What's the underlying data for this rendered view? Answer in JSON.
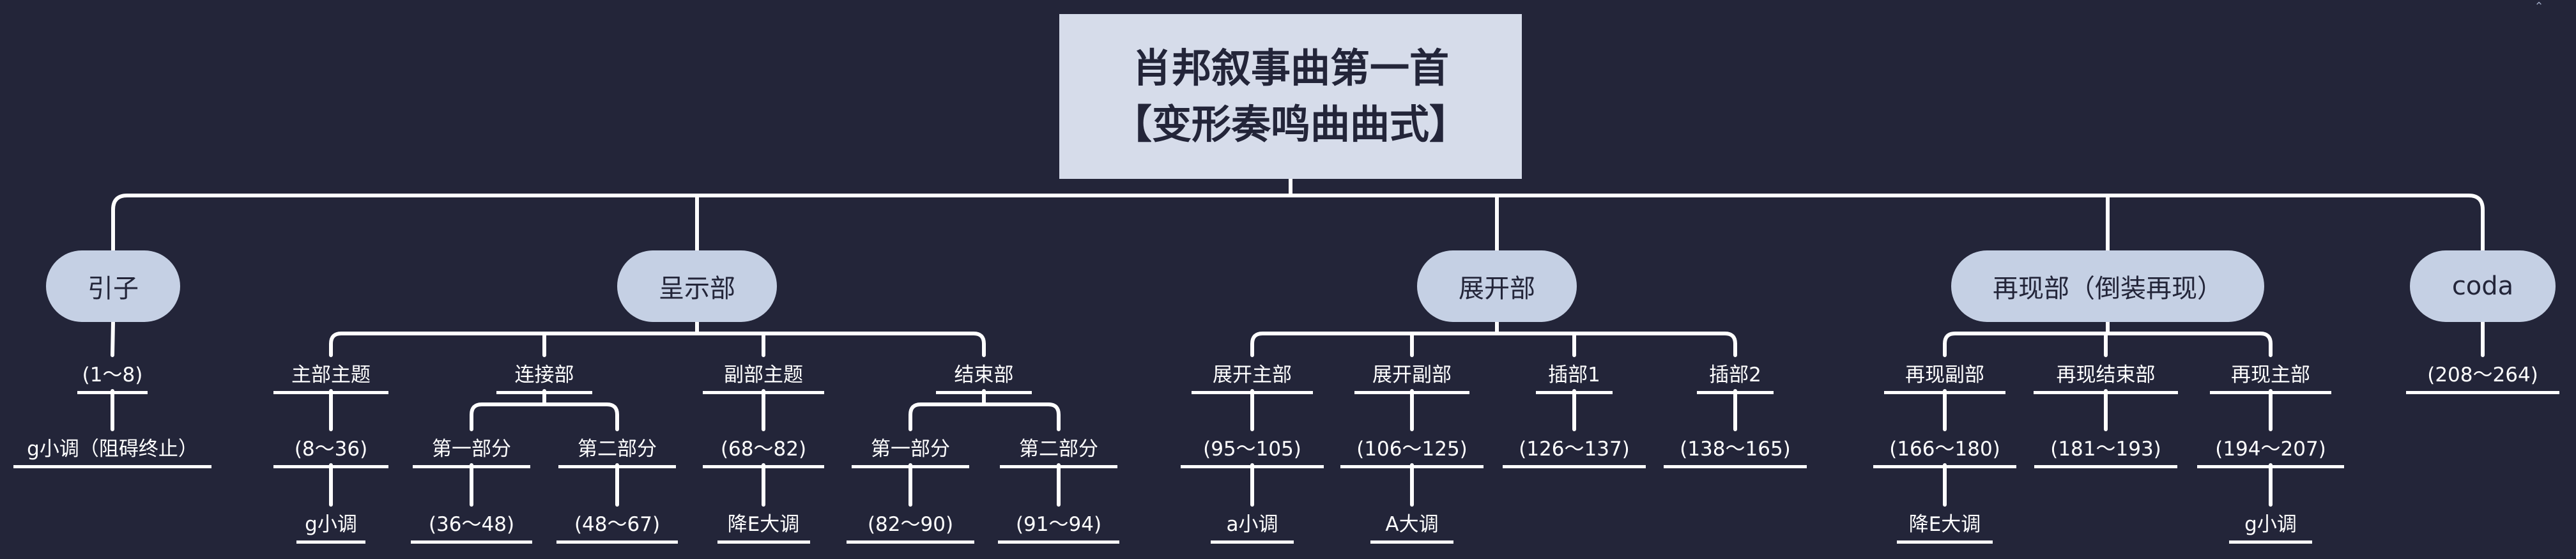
{
  "diagram": {
    "root": {
      "title_line1": "肖邦叙事曲第一首",
      "title_line2": "【变形奏鸣曲曲式】"
    },
    "branches": [
      {
        "label": "引子",
        "children": [
          {
            "label": "(1～8)",
            "children": [
              {
                "label": "g小调（阻碍终止）"
              }
            ]
          }
        ]
      },
      {
        "label": "呈示部",
        "children": [
          {
            "label": "主部主题",
            "children": [
              {
                "label": "(8～36)",
                "children": [
                  {
                    "label": "g小调"
                  }
                ]
              }
            ]
          },
          {
            "label": "连接部",
            "children": [
              {
                "label": "第一部分",
                "children": [
                  {
                    "label": "(36～48)"
                  }
                ]
              },
              {
                "label": "第二部分",
                "children": [
                  {
                    "label": "(48～67)"
                  }
                ]
              }
            ]
          },
          {
            "label": "副部主题",
            "children": [
              {
                "label": "(68～82)",
                "children": [
                  {
                    "label": "降E大调"
                  }
                ]
              }
            ]
          },
          {
            "label": "结束部",
            "children": [
              {
                "label": "第一部分",
                "children": [
                  {
                    "label": "(82～90)"
                  }
                ]
              },
              {
                "label": "第二部分",
                "children": [
                  {
                    "label": "(91～94)"
                  }
                ]
              }
            ]
          }
        ]
      },
      {
        "label": "展开部",
        "children": [
          {
            "label": "展开主部",
            "children": [
              {
                "label": "(95～105)",
                "children": [
                  {
                    "label": "a小调"
                  }
                ]
              }
            ]
          },
          {
            "label": "展开副部",
            "children": [
              {
                "label": "(106～125)",
                "children": [
                  {
                    "label": "A大调"
                  }
                ]
              }
            ]
          },
          {
            "label": "插部1",
            "children": [
              {
                "label": "(126～137)"
              }
            ]
          },
          {
            "label": "插部2",
            "children": [
              {
                "label": "(138～165)"
              }
            ]
          }
        ]
      },
      {
        "label": "再现部（倒装再现）",
        "children": [
          {
            "label": "再现副部",
            "children": [
              {
                "label": "(166～180)",
                "children": [
                  {
                    "label": "降E大调"
                  }
                ]
              }
            ]
          },
          {
            "label": "再现结束部",
            "children": [
              {
                "label": "(181～193)"
              }
            ]
          },
          {
            "label": "再现主部",
            "children": [
              {
                "label": "(194～207)",
                "children": [
                  {
                    "label": "g小调"
                  }
                ]
              }
            ]
          }
        ]
      },
      {
        "label": "coda",
        "children": [
          {
            "label": "(208～264)"
          }
        ]
      }
    ]
  },
  "colors": {
    "background": "#232539",
    "root_fill": "#d6dcea",
    "branch_fill": "#c5d0e4",
    "line": "#ffffff",
    "text_dark": "#232539",
    "text_light": "#ffffff"
  }
}
